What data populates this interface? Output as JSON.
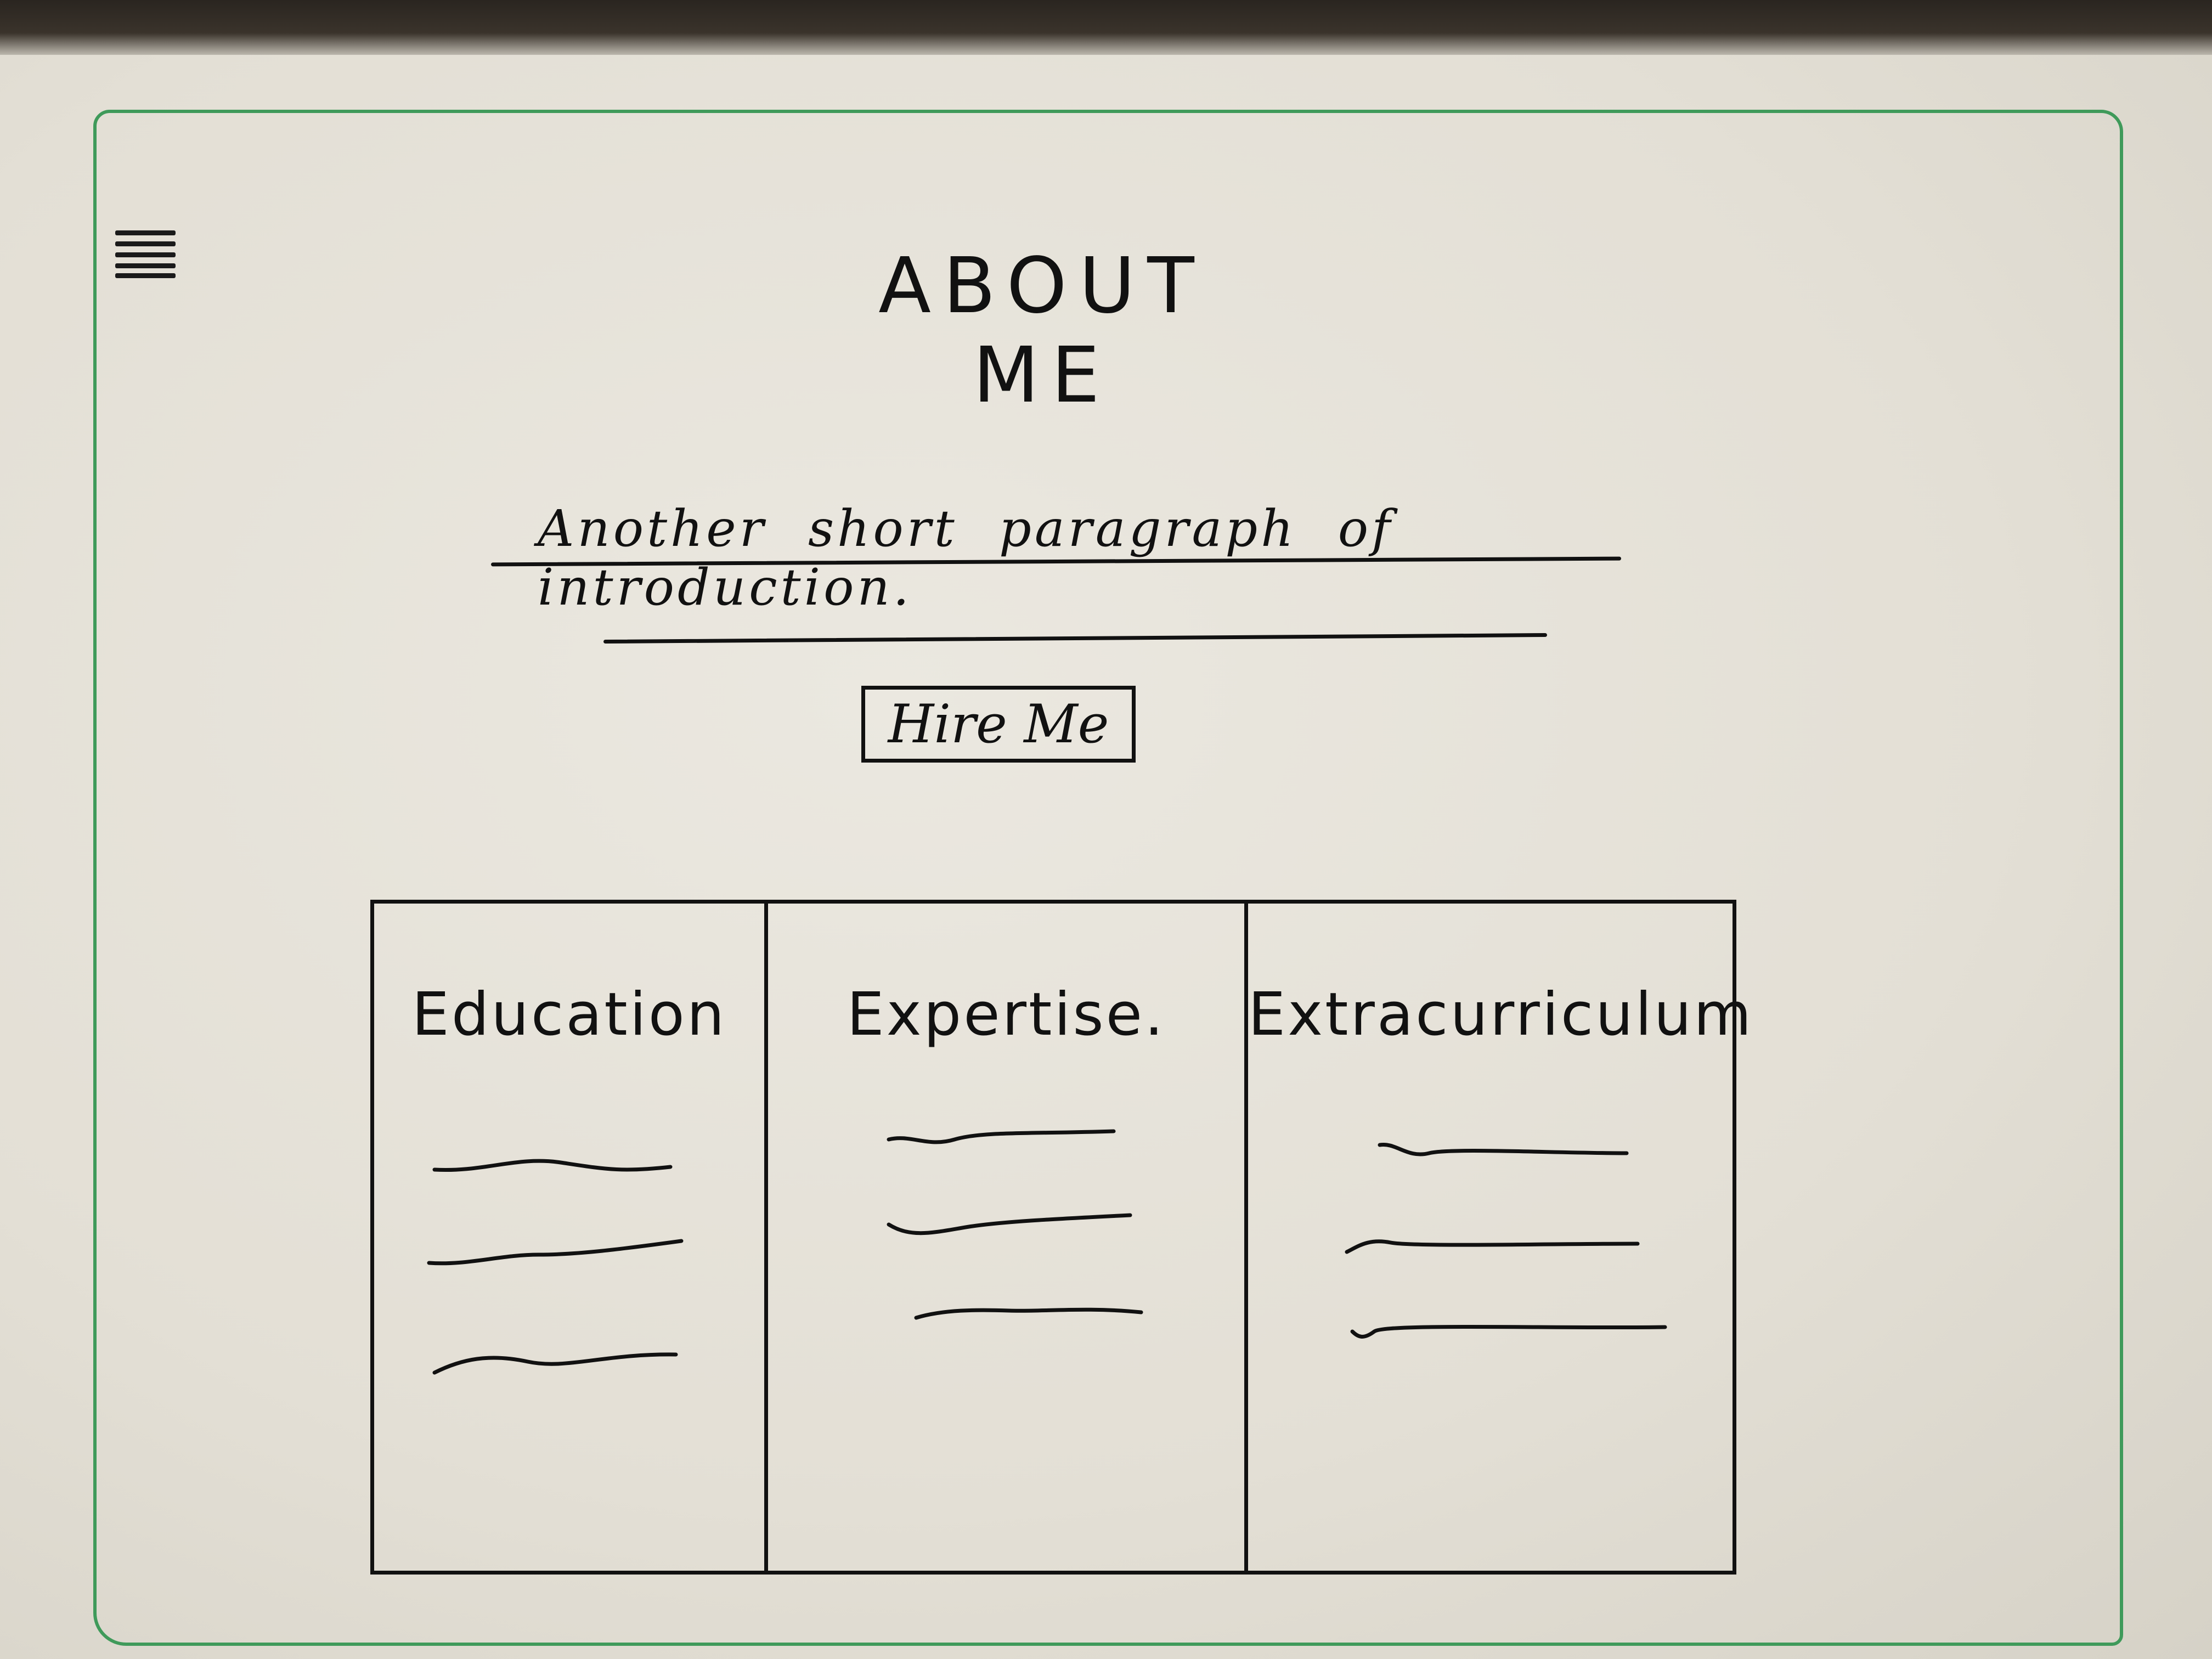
{
  "colors": {
    "ink": "#111111",
    "frame": "#3f9a5a",
    "paper": "#e6e2d8"
  },
  "nav": {
    "menu_icon": "hamburger-menu-icon"
  },
  "header": {
    "title": "ABOUT ME"
  },
  "intro": {
    "text": "Another short paragraph of introduction."
  },
  "cta": {
    "label": "Hire Me"
  },
  "cards": [
    {
      "title": "Education"
    },
    {
      "title": "Expertise."
    },
    {
      "title": "Extracurriculum"
    }
  ]
}
